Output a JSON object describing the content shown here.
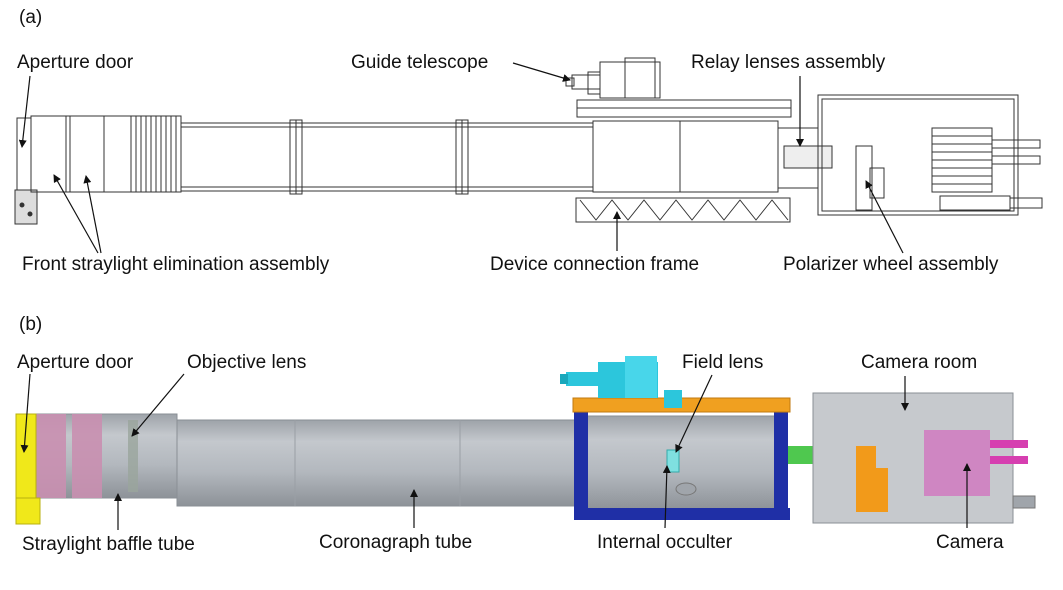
{
  "panel_a": {
    "tag": "(a)",
    "labels": {
      "aperture_door": "Aperture door",
      "guide_telescope": "Guide telescope",
      "relay_lenses": "Relay lenses assembly",
      "front_straylight": "Front straylight elimination assembly",
      "device_frame": "Device connection frame",
      "polarizer_wheel": "Polarizer wheel assembly"
    }
  },
  "panel_b": {
    "tag": "(b)",
    "labels": {
      "aperture_door": "Aperture door",
      "objective_lens": "Objective lens",
      "field_lens": "Field lens",
      "camera_room": "Camera room",
      "straylight_baffle": "Straylight baffle tube",
      "coronagraph_tube": "Coronagraph tube",
      "internal_occulter": "Internal occulter",
      "camera": "Camera"
    }
  },
  "colors": {
    "tube_gray": "#b4b9bf",
    "door_yellow": "#f0e81a",
    "baffle_pink": "#c98fb0",
    "frame_blue": "#1f2fa6",
    "beam_orange": "#f0a020",
    "telescope_cyan": "#2cc6dc",
    "relay_green": "#4fc84f",
    "camera_magenta": "#d63fb0",
    "wheel_orange": "#f29a1a"
  }
}
